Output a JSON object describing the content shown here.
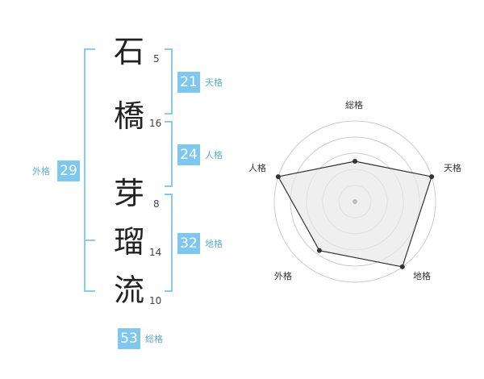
{
  "name": {
    "chars": [
      {
        "char": "石",
        "strokes": "5"
      },
      {
        "char": "橋",
        "strokes": "16"
      },
      {
        "char": "芽",
        "strokes": "8"
      },
      {
        "char": "瑠",
        "strokes": "14"
      },
      {
        "char": "流",
        "strokes": "10"
      }
    ]
  },
  "fortunes": {
    "ten": {
      "value": "21",
      "label": "天格"
    },
    "jin": {
      "value": "24",
      "label": "人格"
    },
    "chi": {
      "value": "32",
      "label": "地格"
    },
    "gai": {
      "value": "29",
      "label": "外格"
    },
    "so": {
      "value": "53",
      "label": "総格"
    }
  },
  "radar": {
    "axes": [
      "総格",
      "天格",
      "地格",
      "外格",
      "人格"
    ],
    "values": [
      0.5,
      1.0,
      1.0,
      0.75,
      1.0
    ],
    "colors": {
      "fill": "#e8e8e8",
      "line": "#333333",
      "grid": "#cccccc",
      "center": "#bbbbbb"
    }
  }
}
